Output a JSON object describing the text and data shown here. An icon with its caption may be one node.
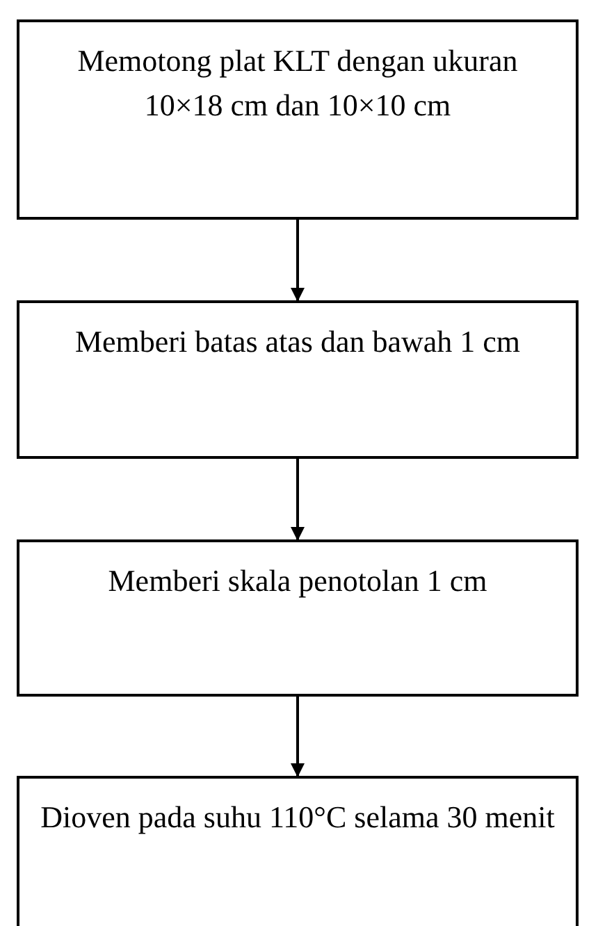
{
  "diagram": {
    "nodes": [
      {
        "text": [
          "Memotong plat KLT dengan ukuran 10×18 cm dan 10×10 cm"
        ]
      },
      {
        "text": [
          "Memberi batas atas dan bawah 1 cm"
        ]
      },
      {
        "text": [
          "Memberi skala penotolan 1 cm"
        ]
      },
      {
        "text": [
          "Dioven pada suhu 110°C selama 30 menit"
        ]
      }
    ],
    "edges": [
      {
        "from": 0,
        "to": 1,
        "arrow": "to"
      },
      {
        "from": 1,
        "to": 2,
        "arrow": "to"
      },
      {
        "from": 2,
        "to": 3,
        "arrow": "to"
      }
    ]
  }
}
